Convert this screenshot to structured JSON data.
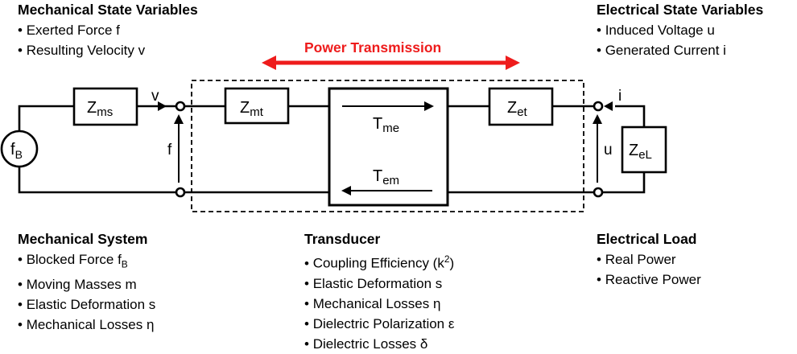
{
  "mechanical_state": {
    "title": "Mechanical State Variables",
    "items": [
      "Exerted Force f",
      "Resulting Velocity v"
    ]
  },
  "electrical_state": {
    "title": "Electrical State Variables",
    "items": [
      "Induced Voltage u",
      "Generated Current i"
    ]
  },
  "power_transmission": {
    "label": "Power Transmission",
    "color": "#ee1c1c"
  },
  "circuit": {
    "source": {
      "main": "f",
      "sub": "B"
    },
    "z_ms": {
      "main": "Z",
      "sub": "ms"
    },
    "z_mt": {
      "main": "Z",
      "sub": "mt"
    },
    "z_et": {
      "main": "Z",
      "sub": "et"
    },
    "z_el": {
      "main": "Z",
      "sub": "eL"
    },
    "t_me": {
      "main": "T",
      "sub": "me"
    },
    "t_em": {
      "main": "T",
      "sub": "em"
    },
    "velocity": "v",
    "force": "f",
    "voltage": "u",
    "current": "i"
  },
  "mechanical_system": {
    "title": "Mechanical System",
    "items": [
      {
        "text": "Blocked Force f",
        "sub": "B"
      },
      {
        "text": "Moving Masses m"
      },
      {
        "text": "Elastic Deformation s"
      },
      {
        "text": "Mechanical Losses η"
      }
    ]
  },
  "transducer": {
    "title": "Transducer",
    "items": [
      {
        "text": "Coupling Efficiency (k",
        "sup": "2",
        "after": ")"
      },
      {
        "text": "Elastic Deformation s"
      },
      {
        "text": "Mechanical Losses η"
      },
      {
        "text": "Dielectric Polarization ε"
      },
      {
        "text": "Dielectric Losses δ"
      }
    ]
  },
  "electrical_load": {
    "title": "Electrical Load",
    "items": [
      "Real Power",
      "Reactive Power"
    ]
  }
}
